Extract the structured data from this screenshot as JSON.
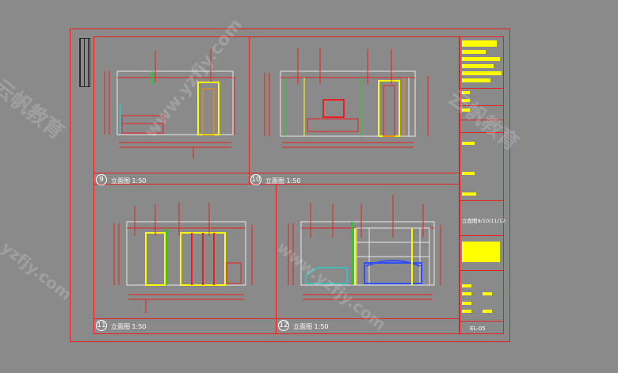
{
  "panels": [
    {
      "number": "9",
      "title": "立面图 1:50"
    },
    {
      "number": "10",
      "title": "立面图 1:50"
    },
    {
      "number": "11",
      "title": "立面图 1:50"
    },
    {
      "number": "12",
      "title": "立面图 1:50"
    }
  ],
  "title_block": {
    "drawing_name": "立面图9/10/11/12",
    "sheet_code": "EL-05"
  },
  "watermarks": [
    "www.yzfjy.com",
    "云帆教育",
    "云帆教育",
    "yzfjy.com",
    "www.yzfjy.com"
  ],
  "colors": {
    "frame": "#e62020",
    "accent": "#ffff00",
    "background": "#8a8a8a"
  }
}
